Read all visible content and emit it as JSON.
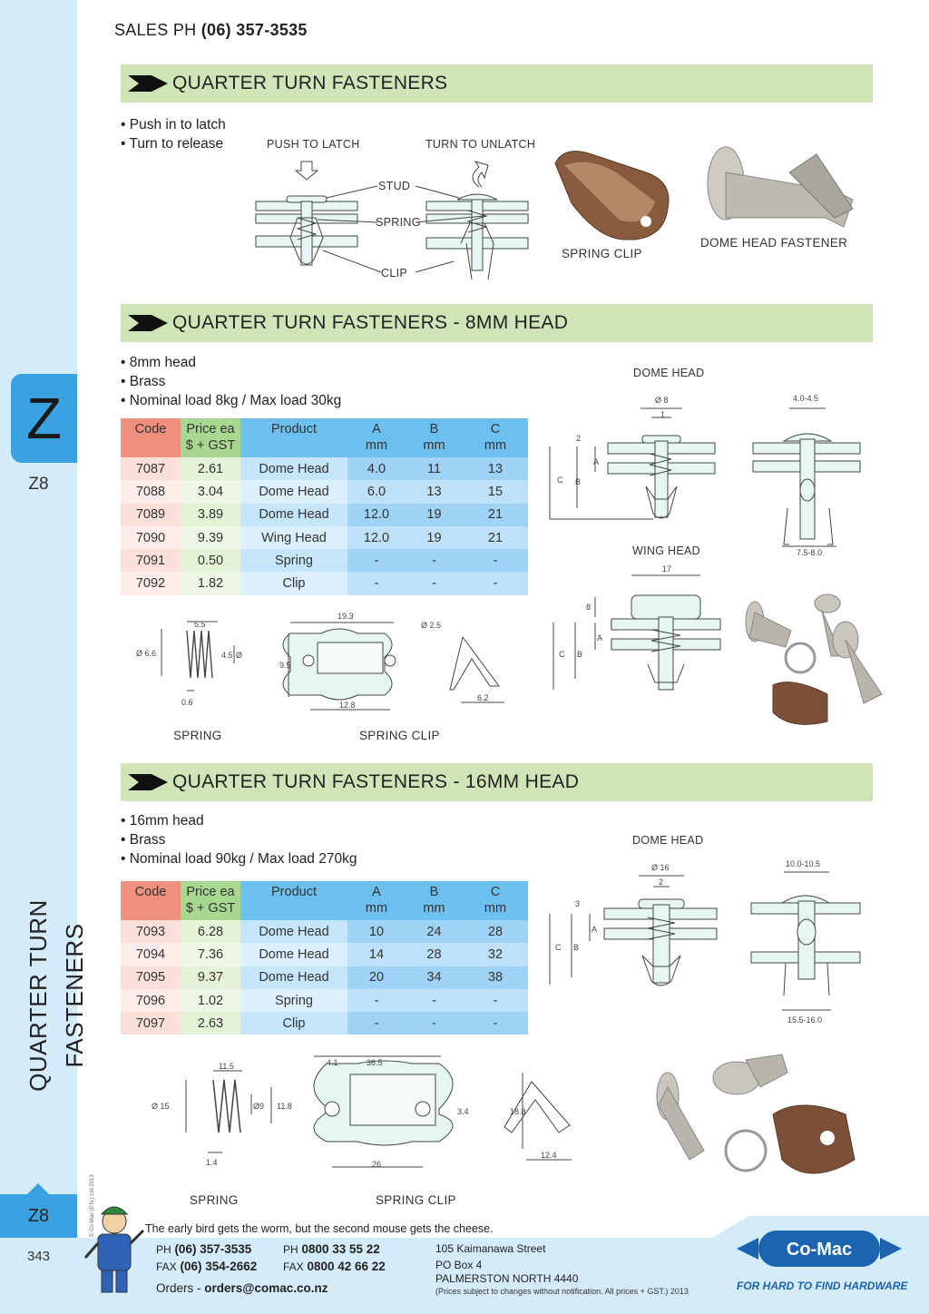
{
  "header": {
    "sales_label": "SALES  PH",
    "sales_phone": "(06) 357-3535"
  },
  "sidebar": {
    "letter": "Z",
    "code": "Z8",
    "vertical_title": "QUARTER TURN FASTENERS",
    "copyright": "© Co-Mac (P.N.) Ltd 2013",
    "foot_code": "Z8",
    "page_number": "343"
  },
  "section1": {
    "title": "QUARTER TURN FASTENERS",
    "bullets": [
      "Push in to latch",
      "Turn to release"
    ],
    "labels": {
      "push": "PUSH TO LATCH",
      "turn": "TURN TO UNLATCH",
      "stud": "STUD",
      "spring": "SPRING",
      "clip": "CLIP"
    },
    "photo_captions": {
      "spring_clip": "SPRING CLIP",
      "dome_head": "DOME HEAD FASTENER"
    }
  },
  "section2": {
    "title": "QUARTER TURN FASTENERS - 8MM HEAD",
    "bullets": [
      "8mm head",
      "Brass",
      "Nominal load 8kg  /  Max load 30kg"
    ],
    "table": {
      "headers": {
        "code": "Code",
        "price1": "Price ea",
        "price2": "$ + GST",
        "product": "Product",
        "a": "A",
        "b": "B",
        "c": "C",
        "unit": "mm"
      },
      "rows": [
        {
          "code": "7087",
          "price": "2.61",
          "product": "Dome Head",
          "a": "4.0",
          "b": "11",
          "c": "13"
        },
        {
          "code": "7088",
          "price": "3.04",
          "product": "Dome Head",
          "a": "6.0",
          "b": "13",
          "c": "15"
        },
        {
          "code": "7089",
          "price": "3.89",
          "product": "Dome Head",
          "a": "12.0",
          "b": "19",
          "c": "21"
        },
        {
          "code": "7090",
          "price": "9.39",
          "product": "Wing Head",
          "a": "12.0",
          "b": "19",
          "c": "21"
        },
        {
          "code": "7091",
          "price": "0.50",
          "product": "Spring",
          "a": "-",
          "b": "-",
          "c": "-"
        },
        {
          "code": "7092",
          "price": "1.82",
          "product": "Clip",
          "a": "-",
          "b": "-",
          "c": "-"
        }
      ]
    },
    "diagram_labels": {
      "dome_head": "DOME HEAD",
      "wing_head": "WING HEAD",
      "spring": "SPRING",
      "spring_clip": "SPRING CLIP"
    },
    "dims": {
      "d8": "Ø 8",
      "one": "1",
      "two": "2",
      "range1": "4.0-4.5",
      "range2": "7.5-8.0",
      "seventeen": "17",
      "eight": "8",
      "s55": "5.5",
      "s66": "Ø 6.6",
      "s45": "4.5",
      "s06": "0.6",
      "c193": "19.3",
      "c25": "Ø 2.5",
      "c95": "9.5",
      "c128": "12.8",
      "c62": "6.2",
      "A": "A",
      "B": "B",
      "C": "C",
      "dia": "Ø"
    }
  },
  "section3": {
    "title": "QUARTER TURN FASTENERS - 16MM HEAD",
    "bullets": [
      "16mm head",
      "Brass",
      "Nominal load 90kg  /  Max load 270kg"
    ],
    "table": {
      "rows": [
        {
          "code": "7093",
          "price": "6.28",
          "product": "Dome Head",
          "a": "10",
          "b": "24",
          "c": "28"
        },
        {
          "code": "7094",
          "price": "7.36",
          "product": "Dome Head",
          "a": "14",
          "b": "28",
          "c": "32"
        },
        {
          "code": "7095",
          "price": "9.37",
          "product": "Dome Head",
          "a": "20",
          "b": "34",
          "c": "38"
        },
        {
          "code": "7096",
          "price": "1.02",
          "product": "Spring",
          "a": "-",
          "b": "-",
          "c": "-"
        },
        {
          "code": "7097",
          "price": "2.63",
          "product": "Clip",
          "a": "-",
          "b": "-",
          "c": "-"
        }
      ]
    },
    "diagram_labels": {
      "dome_head": "DOME HEAD",
      "spring": "SPRING",
      "spring_clip": "SPRING CLIP"
    },
    "dims": {
      "d16": "Ø 16",
      "two": "2",
      "three": "3",
      "range1": "10.0-10.5",
      "range2": "15.5-16.0",
      "s115": "11.5",
      "s15": "Ø 15",
      "s9": "Ø9",
      "s118": "11.8",
      "s14": "1.4",
      "c41": "4.1",
      "c365": "36.5",
      "c34": "3.4",
      "c26": "26",
      "c188": "18.8",
      "c124": "12.4"
    }
  },
  "footer": {
    "quote": "The early bird gets the worm, but the second mouse gets the cheese.",
    "ph_label": "PH",
    "ph": "(06) 357-3535",
    "ph2_label": "PH",
    "ph2": "0800 33 55 22",
    "fax_label": "FAX",
    "fax": "(06) 354-2662",
    "fax2_label": "FAX",
    "fax2": "0800 42 66 22",
    "orders_label": "Orders -",
    "orders_email": "orders@comac.co.nz",
    "address": [
      "105 Kaimanawa Street",
      "PO Box 4",
      "PALMERSTON NORTH 4440"
    ],
    "disclaimer": "(Prices subject to changes without notification.  All prices + GST.)  2013",
    "logo_text": "Co-Mac",
    "tagline": "FOR HARD TO FIND HARDWARE"
  },
  "colors": {
    "sidebar": "#d4ebfa",
    "accent_blue": "#3aa2e0",
    "section_bar": "#cfe5b7",
    "code_header": "#ef8f7d",
    "price_header": "#a8d88f",
    "dim_header": "#6cc0f0"
  }
}
